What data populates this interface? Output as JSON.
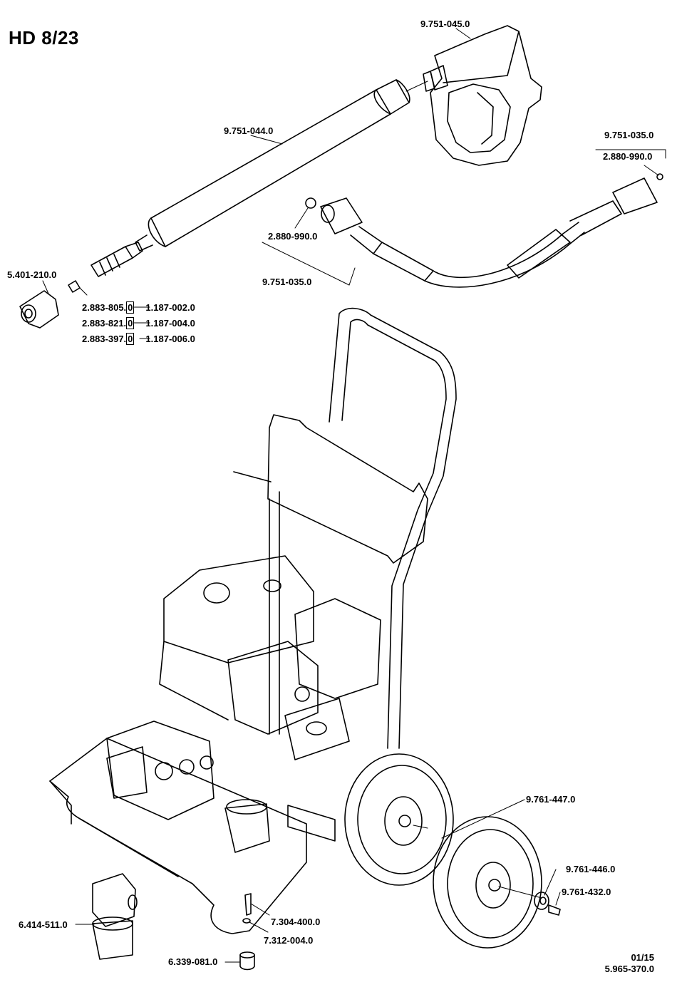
{
  "title": "HD 8/23",
  "footer": {
    "date": "01/15",
    "doc_number": "5.965-370.0"
  },
  "parts": {
    "gun": "9.751-045.0",
    "lance": "9.751-044.0",
    "hose_end_top": "9.751-035.0",
    "hose_end_oring": "2.880-990.0",
    "hose_oring": "2.880-990.0",
    "hose": "9.751-035.0",
    "nozzle_cap": "5.401-210.0",
    "nozzle_1_a": "2.883-805.",
    "nozzle_1_box": "0",
    "nozzle_1_b": "1.187-002.0",
    "nozzle_2_a": "2.883-821.",
    "nozzle_2_box": "0",
    "nozzle_2_b": "1.187-004.0",
    "nozzle_3_a": "2.883-397.",
    "nozzle_3_box": "0",
    "nozzle_3_b": "1.187-006.0",
    "wheel": "9.761-447.0",
    "washer": "9.761-446.0",
    "bolt": "9.761-432.0",
    "filter": "6.414-511.0",
    "screw": "7.304-400.0",
    "nut": "7.312-004.0",
    "foot": "6.339-081.0"
  }
}
